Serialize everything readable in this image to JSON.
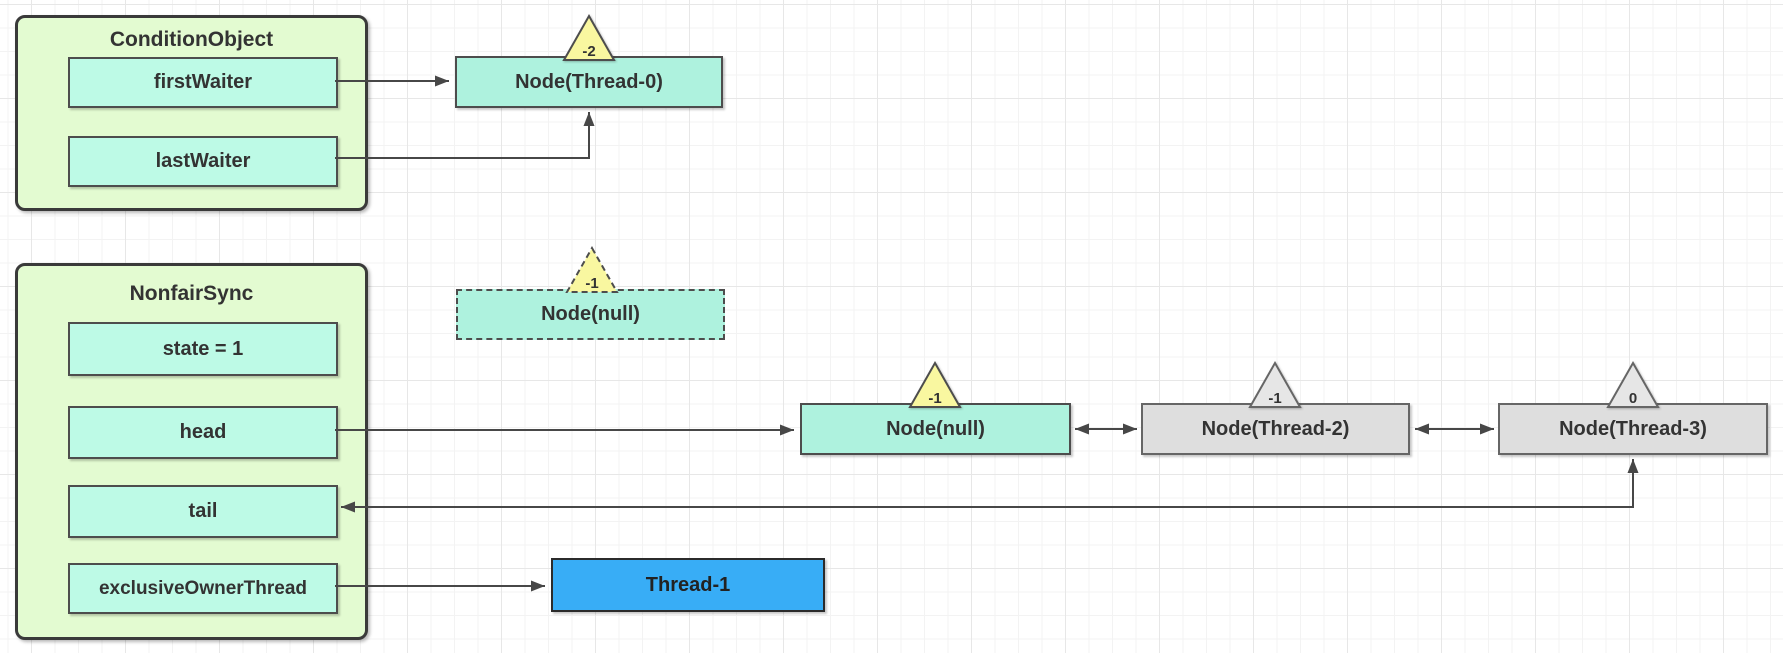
{
  "diagram": {
    "condition_object": {
      "title": "ConditionObject",
      "fields": {
        "first_waiter": "firstWaiter",
        "last_waiter": "lastWaiter"
      }
    },
    "nonfair_sync": {
      "title": "NonfairSync",
      "fields": {
        "state": "state = 1",
        "head": "head",
        "tail": "tail",
        "exclusive_owner_thread": "exclusiveOwnerThread"
      }
    },
    "nodes": {
      "thread0": {
        "label": "Node(Thread-0)",
        "wait_status": "-2"
      },
      "null_dashed": {
        "label": "Node(null)",
        "wait_status": "-1"
      },
      "null_head": {
        "label": "Node(null)",
        "wait_status": "-1"
      },
      "thread2": {
        "label": "Node(Thread-2)",
        "wait_status": "-1"
      },
      "thread3": {
        "label": "Node(Thread-3)",
        "wait_status": "0"
      }
    },
    "thread1": {
      "label": "Thread-1"
    },
    "colors": {
      "container_fill": "#e3fbd1",
      "container_border": "#3a3a3a",
      "field_fill": "#bdfae6",
      "node_mint_fill": "#aef2de",
      "node_gray_fill": "#dedede",
      "node_gray_border": "#666666",
      "triangle_yellow_fill": "#f9f7a0",
      "triangle_gray_fill": "#e6e6e6",
      "thread_blue_fill": "#38adf6",
      "arrow": "#474747",
      "text": "#333333"
    }
  }
}
